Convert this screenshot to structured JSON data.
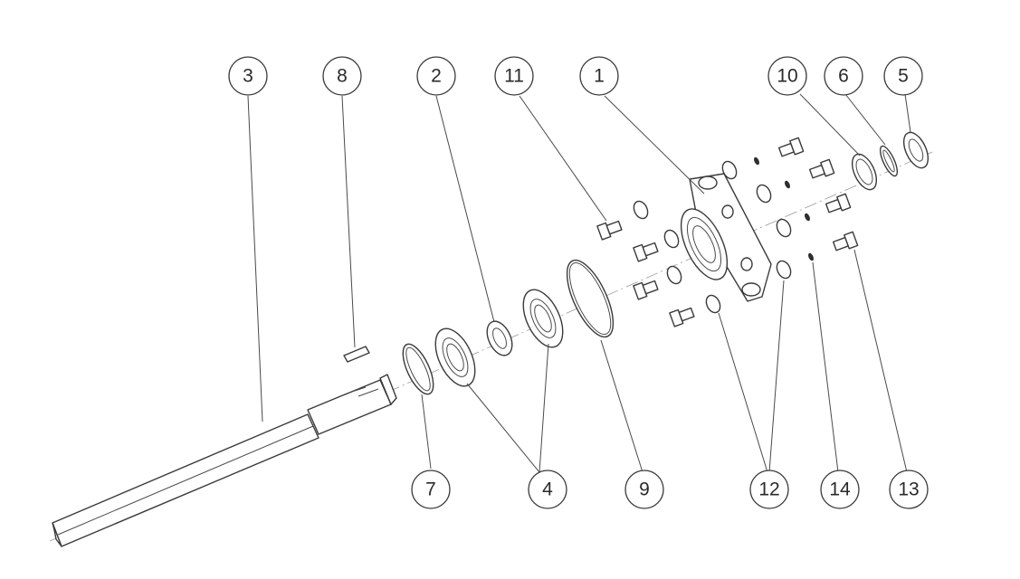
{
  "diagram": {
    "labels": [
      {
        "id": "l3",
        "text": "3"
      },
      {
        "id": "l8",
        "text": "8"
      },
      {
        "id": "l2",
        "text": "2"
      },
      {
        "id": "l11",
        "text": "11"
      },
      {
        "id": "l1",
        "text": "1"
      },
      {
        "id": "l10",
        "text": "10"
      },
      {
        "id": "l6",
        "text": "6"
      },
      {
        "id": "l5",
        "text": "5"
      },
      {
        "id": "l7",
        "text": "7"
      },
      {
        "id": "l4",
        "text": "4"
      },
      {
        "id": "l9",
        "text": "9"
      },
      {
        "id": "l12",
        "text": "12"
      },
      {
        "id": "l14",
        "text": "14"
      },
      {
        "id": "l13",
        "text": "13"
      }
    ],
    "colors": {
      "ink": "#3a3a3a",
      "background": "#ffffff"
    }
  }
}
